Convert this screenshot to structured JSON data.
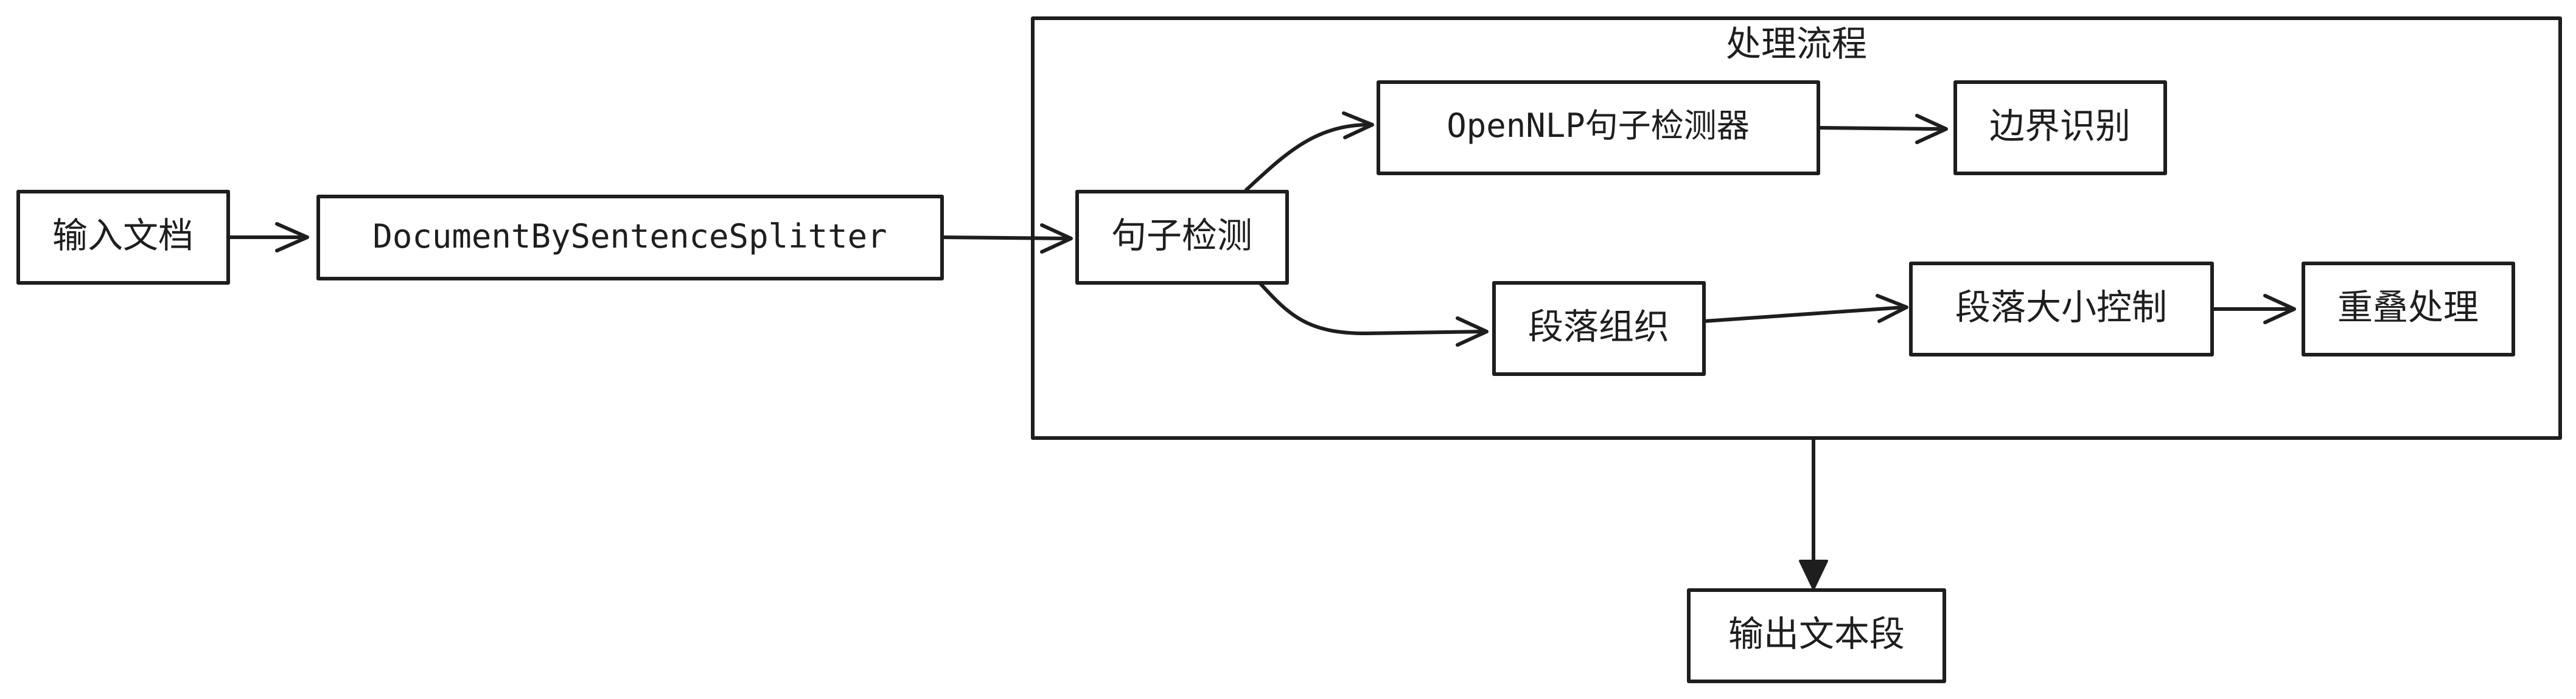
{
  "group": {
    "title": "处理流程"
  },
  "nodes": {
    "input": "输入文档",
    "splitter": "DocumentBySentenceSplitter",
    "sentence_detect": "句子检测",
    "opennlp": "OpenNLP句子检测器",
    "boundary": "边界识别",
    "paragraph_org": "段落组织",
    "paragraph_size": "段落大小控制",
    "overlap": "重叠处理",
    "output": "输出文本段"
  },
  "colors": {
    "stroke": "#1e1e1e",
    "background": "#ffffff"
  }
}
